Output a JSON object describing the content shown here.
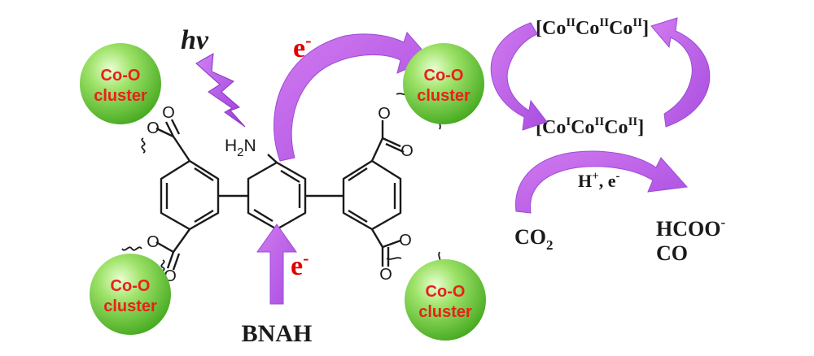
{
  "diagram": {
    "light_label": "hv",
    "electron_top": "e",
    "electron_top_sup": "-",
    "electron_bottom": "e",
    "electron_bottom_sup": "-",
    "amine": {
      "h": "H",
      "sub": "2",
      "n": "N"
    },
    "donor": "BNAH",
    "clusters": [
      {
        "line1": "Co-O",
        "line2": "cluster"
      },
      {
        "line1": "Co-O",
        "line2": "cluster"
      },
      {
        "line1": "Co-O",
        "line2": "cluster"
      },
      {
        "line1": "Co-O",
        "line2": "cluster"
      }
    ],
    "cycle": {
      "top": {
        "open": "[",
        "co1": "Co",
        "ox1": "II",
        "co2": "Co",
        "ox2": "II",
        "co3": "Co",
        "ox3": "II",
        "close": "]"
      },
      "bottom": {
        "open": "[",
        "co1": "Co",
        "ox1": "I",
        "co2": "Co",
        "ox2": "II",
        "co3": "Co",
        "ox3": "II",
        "close": "]"
      }
    },
    "reduction": {
      "h": "H",
      "plus": "+",
      "rest": ", e",
      "minus": "-"
    },
    "substrate": {
      "co": "CO",
      "sub": "2"
    },
    "products": {
      "formate": "HCOO",
      "formate_sup": "-",
      "co": "CO"
    },
    "colors": {
      "arrow": "#c062e8",
      "bolt": "#b65ae6",
      "cluster_fill": "#7ad13f",
      "cluster_text": "#e8201c",
      "electron_red": "#e00000",
      "ink": "#1a1a1a"
    }
  }
}
